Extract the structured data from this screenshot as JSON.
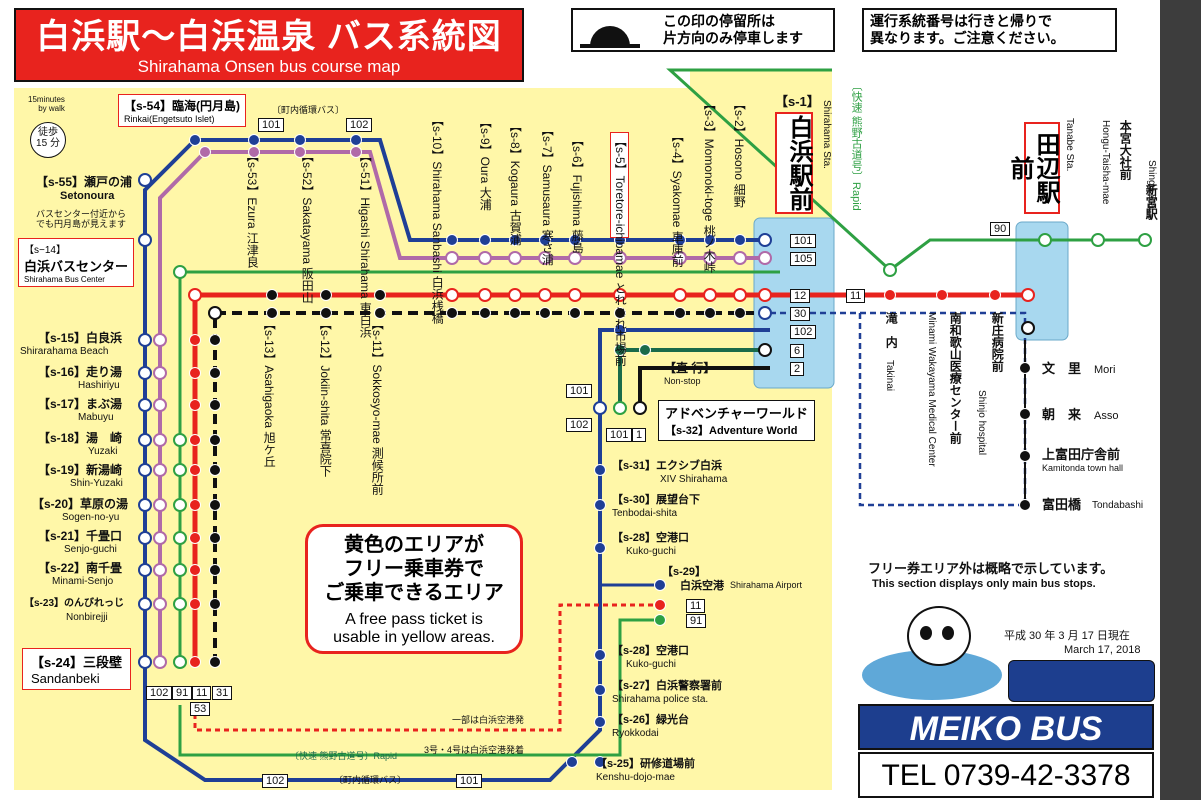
{
  "header": {
    "title_ja": "白浜駅〜白浜温泉 バス系統図",
    "title_en": "Shirahama Onsen bus course map",
    "notice_one_way": "この印の停留所は\n片方向のみ停車します",
    "notice_route_numbers": "運行系統番号は行きと帰りで\n異なります。ご注意ください。"
  },
  "colors": {
    "yellow_area": "#fff7a8",
    "blue_line": "#1f3f96",
    "purple_line": "#b06aa8",
    "green_line": "#2ea043",
    "red_line": "#e8231e",
    "black_line": "#111111",
    "teal_line": "#1a6b4a",
    "station_box": "#a8d8ef"
  },
  "stops": {
    "s1_code": "【s-1】",
    "s1_name": "白浜駅前",
    "s1_en": "Shirahama Sta.",
    "s2": "【s-2】Hosono 細野",
    "s3": "【s-3】Momonoki-toge 桃ノ木峠",
    "s4": "【s-4】Syakomae 車庫前",
    "s5": "【s-5】Toretore-ichibamae とれとれ市場前",
    "s6": "【s-6】Fujishima 藤島",
    "s7": "【s-7】Samusaura 寒さ浦",
    "s8": "【s-8】Kogaura 古賀浦",
    "s9": "【s-9】Oura 大浦",
    "s10": "【s-10】Shirahama Sanbashi 白浜桟橋",
    "s11": "【s-11】Sokkosyo-mae 測候所前",
    "s12": "【s-12】Jokiin-shita 常喜院下",
    "s13": "【s-13】Asahigaoka 旭ケ丘",
    "s14_code": "【s−14】",
    "s14_name": "白浜バスセンター",
    "s14_en": "Shirahama Bus Center",
    "s15": "【s-15】白良浜",
    "s15_en": "Shirarahama Beach",
    "s16": "【s-16】走り湯",
    "s16_en": "Hashiriyu",
    "s17": "【s-17】まぶ湯",
    "s17_en": "Mabuyu",
    "s18": "【s-18】湯　崎",
    "s18_en": "Yuzaki",
    "s19": "【s-19】新湯崎",
    "s19_en": "Shin-Yuzaki",
    "s20": "【s-20】草原の湯",
    "s20_en": "Sogen-no-yu",
    "s21": "【s-21】千畳口",
    "s21_en": "Senjo-guchi",
    "s22": "【s-22】南千畳",
    "s22_en": "Minami-Senjo",
    "s23": "【s-23】のんびれっじ",
    "s23_en": "Nonbirejji",
    "s24": "【s-24】三段壁",
    "s24_en": "Sandanbeki",
    "s25": "【s-25】研修道場前",
    "s25_en": "Kenshu-dojo-mae",
    "s26": "【s-26】緑光台",
    "s26_en": "Ryokkodai",
    "s27": "【s-27】白浜警察署前",
    "s27_en": "Shirahama police sta.",
    "s28a": "【s-28】空港口",
    "s28a_en": "Kuko-guchi",
    "s28b": "【s-28】空港口",
    "s28b_en": "Kuko-guchi",
    "s29": "【s-29】",
    "s29_name": "白浜空港",
    "s29_en": "Shirahama Airport",
    "s30": "【s-30】展望台下",
    "s30_en": "Tenbodai-shita",
    "s31": "【s-31】エクシブ白浜",
    "s31_en": "XIV Shirahama",
    "s32_ja": "アドベンチャーワールド",
    "s32_en": "【s-32】Adventure World",
    "s51": "【s-51】Higashi Shirahama 東白浜",
    "s52": "【s-52】Sakatayama 阪田山",
    "s53": "【s-53】Ezura 江津良",
    "s54": "【s-54】臨海(円月島)",
    "s54_en": "Rinkai(Engetsuto Islet)",
    "s55": "【s-55】瀬戸の浦",
    "s55_en": "Setonoura",
    "walk_en": "15minutes\nby walk",
    "walk_ja": "徒歩\n15 分",
    "bc_note": "バスセンター付近から\nでも円月島が見えます"
  },
  "tanabe": {
    "name": "田辺駅前",
    "en": "Tanabe Sta.",
    "hongu": "本宮大社前",
    "hongu_en": "Hongu-Taisha-mae",
    "shingu": "新宮駅",
    "shingu_en": "Shingu Sta.",
    "takinai": "滝　内",
    "takinai_en": "Takinai",
    "medical": "南和歌山医療センター前",
    "medical_en": "Minami Wakayama Medical Center",
    "shinjo": "新庄病院前",
    "shinjo_en": "Shinjo hospital",
    "mori": "文　里",
    "mori_en": "Mori",
    "asso": "朝　来",
    "asso_en": "Asso",
    "kamitonda": "上富田庁舎前",
    "kamitonda_en": "Kamitonda town hall",
    "tondabashi": "富田橋",
    "tondabashi_en": "Tondabashi"
  },
  "route_labels": {
    "r101": "101",
    "r102": "102",
    "r105": "105",
    "r12": "12",
    "r30": "30",
    "r6": "6",
    "r2": "2",
    "r11": "11",
    "r90": "90",
    "r91": "91",
    "r31": "31",
    "r53": "53",
    "r1": "1",
    "loop_bus": "〔町内循環バス〕",
    "rapid_kumano": "〔快速 熊野古道号〕Rapid",
    "direct": "【直 行】",
    "direct_en": "Non-stop",
    "airport_note1": "一部は白浜空港発",
    "airport_note2": "3号・4号は白浜空港発着"
  },
  "free_area": {
    "ja": "黄色のエリアが\nフリー乗車券で\nご乗車できるエリア",
    "en": "A free pass ticket is\nusable in yellow areas."
  },
  "footer": {
    "outside_note_ja": "フリー券エリア外は概略で示しています。",
    "outside_note_en": "This section displays only main bus stops.",
    "date_ja": "平成 30 年 3 月 17 日現在",
    "date_en": "March 17, 2018",
    "brand": "MEIKO BUS",
    "tel": "TEL 0739-42-3378"
  }
}
